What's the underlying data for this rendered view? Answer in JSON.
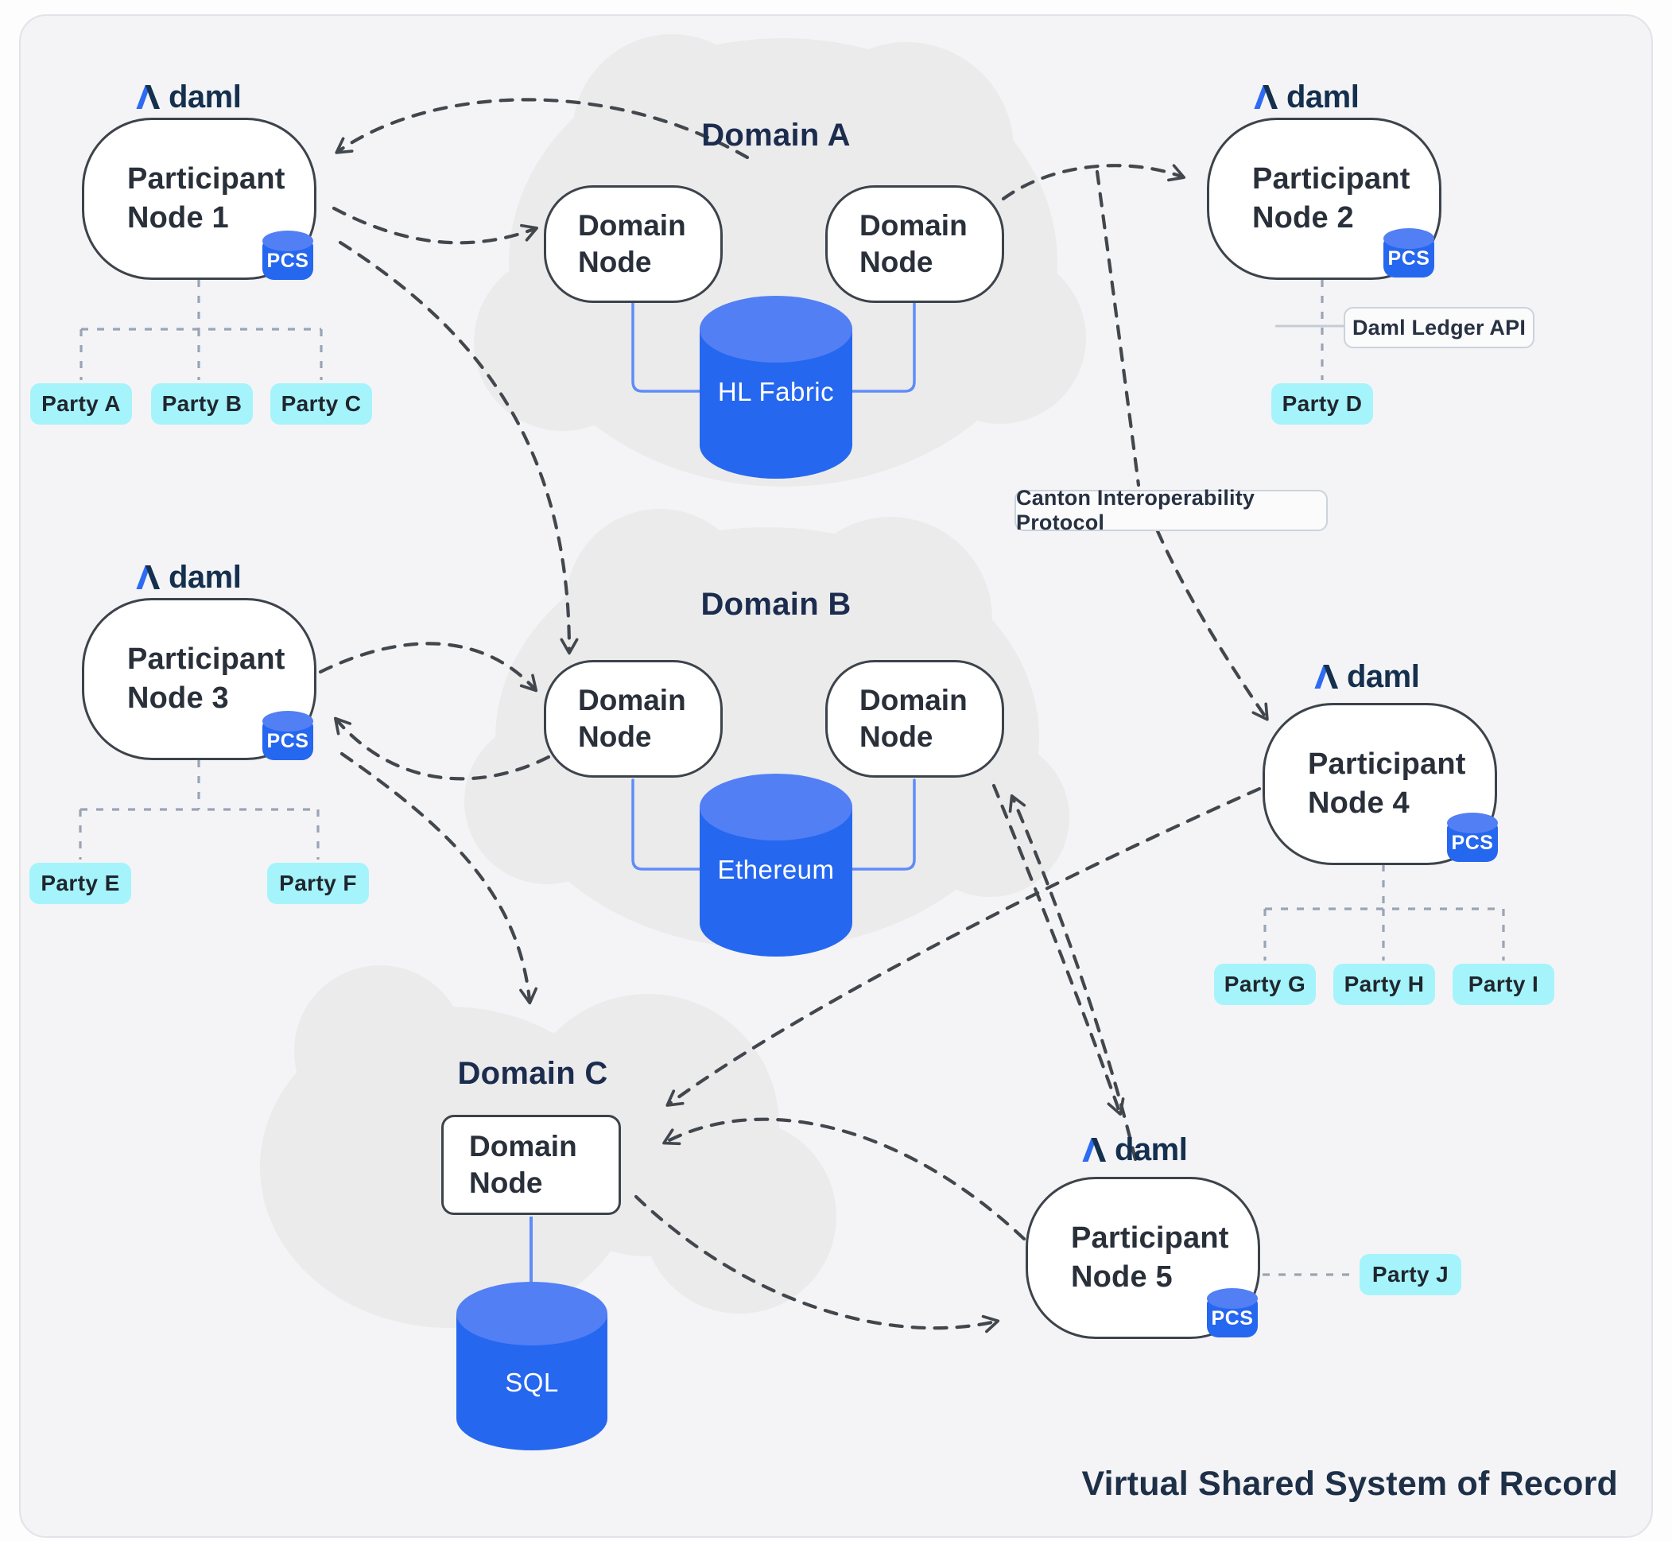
{
  "diagram": {
    "daml_logo": "daml",
    "pcs_badge": "PCS",
    "canton_label": "Canton Interoperability Protocol",
    "ledger_api_label": "Daml Ledger API",
    "footer": "Virtual Shared System of Record"
  },
  "participants": {
    "p1": {
      "label": "Participant\nNode 1"
    },
    "p2": {
      "label": "Participant\nNode 2"
    },
    "p3": {
      "label": "Participant\nNode 3"
    },
    "p4": {
      "label": "Participant\nNode 4"
    },
    "p5": {
      "label": "Participant\nNode 5"
    }
  },
  "domains": {
    "a": {
      "title": "Domain A",
      "node1": "Domain\nNode",
      "node2": "Domain\nNode",
      "ledger": "HL Fabric"
    },
    "b": {
      "title": "Domain B",
      "node1": "Domain\nNode",
      "node2": "Domain\nNode",
      "ledger": "Ethereum"
    },
    "c": {
      "title": "Domain C",
      "node1": "Domain\nNode",
      "ledger": "SQL"
    }
  },
  "parties": {
    "a": "Party A",
    "b": "Party B",
    "c": "Party C",
    "d": "Party D",
    "e": "Party E",
    "f": "Party F",
    "g": "Party G",
    "h": "Party H",
    "i": "Party I",
    "j": "Party J"
  },
  "colors": {
    "blue": "#2667f0",
    "blue_light": "#527ff4",
    "blue_connector": "#5f8cf7",
    "party_fill": "#a6f4fb",
    "navy": "#14304e",
    "cloud": "#ebebec",
    "arrow_dark": "#42474e",
    "connector_gray": "#9aa4b4"
  }
}
